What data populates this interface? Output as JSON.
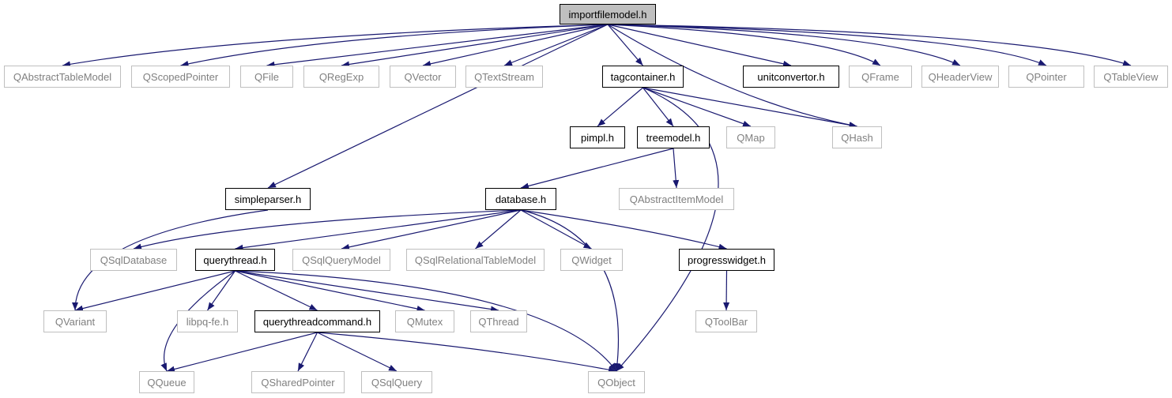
{
  "diagram": {
    "colors": {
      "edge": "#191970",
      "internal_border": "#000000",
      "external_border": "#bfbfbf",
      "external_text": "#808080",
      "root_fill": "#bfbfbf"
    },
    "nodes": [
      {
        "id": "importfilemodel",
        "label": "importfilemodel.h",
        "kind": "root"
      },
      {
        "id": "QAbstractTableModel",
        "label": "QAbstractTableModel",
        "kind": "external"
      },
      {
        "id": "QScopedPointer",
        "label": "QScopedPointer",
        "kind": "external"
      },
      {
        "id": "QFile",
        "label": "QFile",
        "kind": "external"
      },
      {
        "id": "QRegExp",
        "label": "QRegExp",
        "kind": "external"
      },
      {
        "id": "QVector",
        "label": "QVector",
        "kind": "external"
      },
      {
        "id": "QTextStream",
        "label": "QTextStream",
        "kind": "external"
      },
      {
        "id": "tagcontainer",
        "label": "tagcontainer.h",
        "kind": "internal"
      },
      {
        "id": "unitconvertor",
        "label": "unitconvertor.h",
        "kind": "internal"
      },
      {
        "id": "QFrame",
        "label": "QFrame",
        "kind": "external"
      },
      {
        "id": "QHeaderView",
        "label": "QHeaderView",
        "kind": "external"
      },
      {
        "id": "QPointer",
        "label": "QPointer",
        "kind": "external"
      },
      {
        "id": "QTableView",
        "label": "QTableView",
        "kind": "external"
      },
      {
        "id": "pimpl",
        "label": "pimpl.h",
        "kind": "internal"
      },
      {
        "id": "treemodel",
        "label": "treemodel.h",
        "kind": "internal"
      },
      {
        "id": "QMap",
        "label": "QMap",
        "kind": "external"
      },
      {
        "id": "QHash",
        "label": "QHash",
        "kind": "external"
      },
      {
        "id": "simpleparser",
        "label": "simpleparser.h",
        "kind": "internal"
      },
      {
        "id": "database",
        "label": "database.h",
        "kind": "internal"
      },
      {
        "id": "QAbstractItemModel",
        "label": "QAbstractItemModel",
        "kind": "external"
      },
      {
        "id": "QSqlDatabase",
        "label": "QSqlDatabase",
        "kind": "external"
      },
      {
        "id": "querythread",
        "label": "querythread.h",
        "kind": "internal"
      },
      {
        "id": "QSqlQueryModel",
        "label": "QSqlQueryModel",
        "kind": "external"
      },
      {
        "id": "QSqlRelationalTableModel",
        "label": "QSqlRelationalTableModel",
        "kind": "external"
      },
      {
        "id": "QWidget",
        "label": "QWidget",
        "kind": "external"
      },
      {
        "id": "progresswidget",
        "label": "progresswidget.h",
        "kind": "internal"
      },
      {
        "id": "QVariant",
        "label": "QVariant",
        "kind": "external"
      },
      {
        "id": "libpqfe",
        "label": "libpq-fe.h",
        "kind": "external"
      },
      {
        "id": "querythreadcommand",
        "label": "querythreadcommand.h",
        "kind": "internal"
      },
      {
        "id": "QMutex",
        "label": "QMutex",
        "kind": "external"
      },
      {
        "id": "QThread",
        "label": "QThread",
        "kind": "external"
      },
      {
        "id": "QToolBar",
        "label": "QToolBar",
        "kind": "external"
      },
      {
        "id": "QQueue",
        "label": "QQueue",
        "kind": "external"
      },
      {
        "id": "QSharedPointer",
        "label": "QSharedPointer",
        "kind": "external"
      },
      {
        "id": "QSqlQuery",
        "label": "QSqlQuery",
        "kind": "external"
      },
      {
        "id": "QObject",
        "label": "QObject",
        "kind": "external"
      }
    ],
    "edges": [
      [
        "importfilemodel",
        "QAbstractTableModel"
      ],
      [
        "importfilemodel",
        "QScopedPointer"
      ],
      [
        "importfilemodel",
        "QFile"
      ],
      [
        "importfilemodel",
        "QRegExp"
      ],
      [
        "importfilemodel",
        "QVector"
      ],
      [
        "importfilemodel",
        "QTextStream"
      ],
      [
        "importfilemodel",
        "simpleparser"
      ],
      [
        "importfilemodel",
        "tagcontainer"
      ],
      [
        "importfilemodel",
        "QHash"
      ],
      [
        "importfilemodel",
        "unitconvertor"
      ],
      [
        "importfilemodel",
        "QFrame"
      ],
      [
        "importfilemodel",
        "QHeaderView"
      ],
      [
        "importfilemodel",
        "QPointer"
      ],
      [
        "importfilemodel",
        "QTableView"
      ],
      [
        "tagcontainer",
        "pimpl"
      ],
      [
        "tagcontainer",
        "treemodel"
      ],
      [
        "tagcontainer",
        "QMap"
      ],
      [
        "tagcontainer",
        "QHash"
      ],
      [
        "tagcontainer",
        "QObject"
      ],
      [
        "treemodel",
        "database"
      ],
      [
        "treemodel",
        "QAbstractItemModel"
      ],
      [
        "simpleparser",
        "QVariant"
      ],
      [
        "database",
        "QSqlDatabase"
      ],
      [
        "database",
        "querythread"
      ],
      [
        "database",
        "QSqlQueryModel"
      ],
      [
        "database",
        "QSqlRelationalTableModel"
      ],
      [
        "database",
        "QWidget"
      ],
      [
        "database",
        "progresswidget"
      ],
      [
        "database",
        "QObject"
      ],
      [
        "progresswidget",
        "QToolBar"
      ],
      [
        "querythread",
        "QVariant"
      ],
      [
        "querythread",
        "QQueue"
      ],
      [
        "querythread",
        "libpqfe"
      ],
      [
        "querythread",
        "querythreadcommand"
      ],
      [
        "querythread",
        "QMutex"
      ],
      [
        "querythread",
        "QThread"
      ],
      [
        "querythread",
        "QObject"
      ],
      [
        "querythreadcommand",
        "QQueue"
      ],
      [
        "querythreadcommand",
        "QSharedPointer"
      ],
      [
        "querythreadcommand",
        "QSqlQuery"
      ],
      [
        "querythreadcommand",
        "QObject"
      ]
    ]
  }
}
